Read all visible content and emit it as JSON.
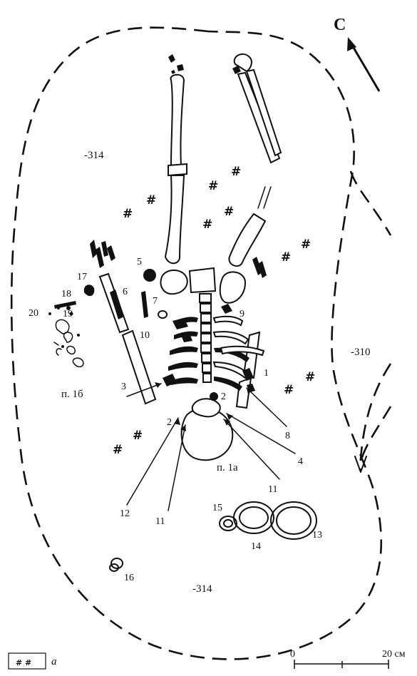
{
  "north_label": "С",
  "depths": [
    {
      "id": "d1",
      "text": "-314"
    },
    {
      "id": "d2",
      "text": "-310"
    },
    {
      "id": "d3",
      "text": "-314"
    }
  ],
  "pits": [
    {
      "id": "p1",
      "text": "п. 1б"
    },
    {
      "id": "p2",
      "text": "п. 1а"
    }
  ],
  "finds": [
    "1",
    "2",
    "2",
    "3",
    "4",
    "5",
    "6",
    "7",
    "8",
    "9",
    "10",
    "11",
    "11",
    "12",
    "13",
    "14",
    "15",
    "16",
    "17",
    "18",
    "19",
    "20"
  ],
  "legend": {
    "label": "а",
    "symbol": "# #"
  },
  "scale_bar": {
    "start": "0",
    "end": "20 см"
  },
  "icons": {
    "north_arrow": "north-arrow-icon",
    "charcoal_marker": "hash-symbol"
  }
}
